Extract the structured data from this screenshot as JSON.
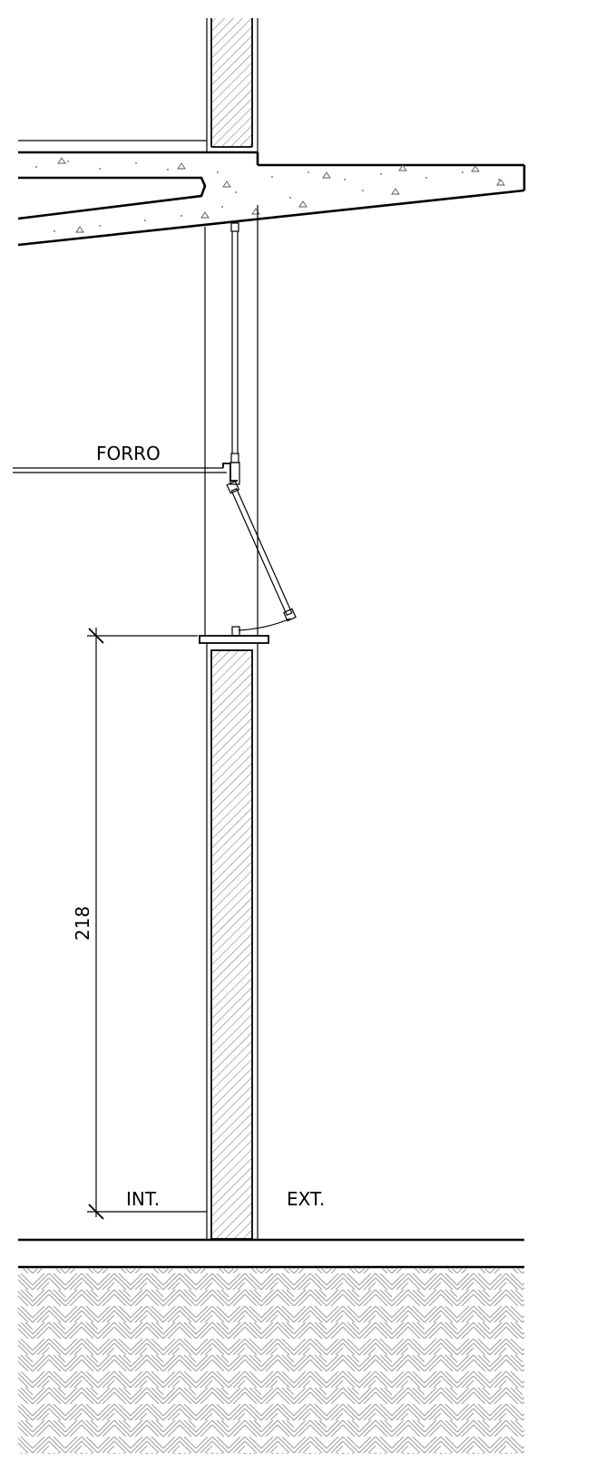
{
  "labels": {
    "ceiling": "FORRO",
    "interior": "INT.",
    "exterior": "EXT.",
    "dimension": "218"
  },
  "colors": {
    "line": "#000000",
    "hatch": "#666666",
    "background": "#ffffff"
  }
}
